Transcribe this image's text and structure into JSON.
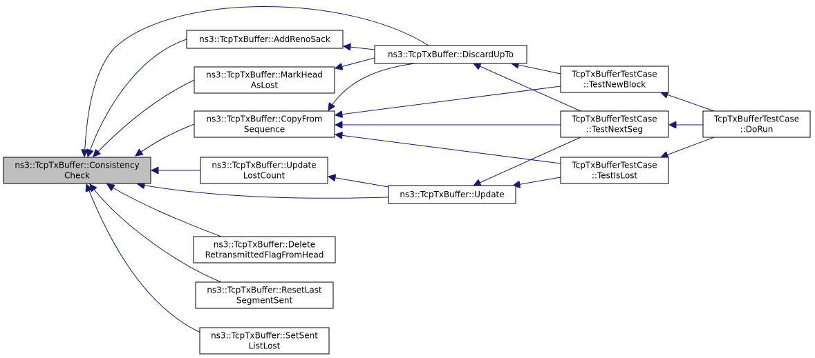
{
  "colors": {
    "node_fill": "#ffffff",
    "focus_fill": "#bfbfbf",
    "node_stroke": "#000000",
    "edge_color": "#191970",
    "text_color": "#000000"
  },
  "nodes": [
    {
      "id": "consistency-check",
      "lines": [
        "ns3::TcpTxBuffer::Consistency",
        "Check"
      ],
      "focus": true
    },
    {
      "id": "add-reno-sack",
      "lines": [
        "ns3::TcpTxBuffer::AddRenoSack"
      ]
    },
    {
      "id": "mark-head-as-lost",
      "lines": [
        "ns3::TcpTxBuffer::MarkHead",
        "AsLost"
      ]
    },
    {
      "id": "copy-from-sequence",
      "lines": [
        "ns3::TcpTxBuffer::CopyFrom",
        "Sequence"
      ]
    },
    {
      "id": "update-lost-count",
      "lines": [
        "ns3::TcpTxBuffer::Update",
        "LostCount"
      ]
    },
    {
      "id": "delete-retransmitted-flag",
      "lines": [
        "ns3::TcpTxBuffer::Delete",
        "RetransmittedFlagFromHead"
      ]
    },
    {
      "id": "reset-last-segment-sent",
      "lines": [
        "ns3::TcpTxBuffer::ResetLast",
        "SegmentSent"
      ]
    },
    {
      "id": "set-sent-list-lost",
      "lines": [
        "ns3::TcpTxBuffer::SetSent",
        "ListLost"
      ]
    },
    {
      "id": "discard-up-to",
      "lines": [
        "ns3::TcpTxBuffer::DiscardUpTo"
      ]
    },
    {
      "id": "update",
      "lines": [
        "ns3::TcpTxBuffer::Update"
      ]
    },
    {
      "id": "test-new-block",
      "lines": [
        "TcpTxBufferTestCase",
        "::TestNewBlock"
      ]
    },
    {
      "id": "test-next-seg",
      "lines": [
        "TcpTxBufferTestCase",
        "::TestNextSeg"
      ]
    },
    {
      "id": "test-is-lost",
      "lines": [
        "TcpTxBufferTestCase",
        "::TestIsLost"
      ]
    },
    {
      "id": "do-run",
      "lines": [
        "TcpTxBufferTestCase",
        "::DoRun"
      ]
    }
  ],
  "edges": [
    {
      "from": "add-reno-sack",
      "to": "consistency-check"
    },
    {
      "from": "mark-head-as-lost",
      "to": "consistency-check"
    },
    {
      "from": "copy-from-sequence",
      "to": "consistency-check"
    },
    {
      "from": "update-lost-count",
      "to": "consistency-check"
    },
    {
      "from": "delete-retransmitted-flag",
      "to": "consistency-check"
    },
    {
      "from": "reset-last-segment-sent",
      "to": "consistency-check"
    },
    {
      "from": "set-sent-list-lost",
      "to": "consistency-check"
    },
    {
      "from": "discard-up-to",
      "to": "consistency-check"
    },
    {
      "from": "update",
      "to": "consistency-check"
    },
    {
      "from": "discard-up-to",
      "to": "add-reno-sack"
    },
    {
      "from": "discard-up-to",
      "to": "mark-head-as-lost"
    },
    {
      "from": "discard-up-to",
      "to": "copy-from-sequence"
    },
    {
      "from": "test-new-block",
      "to": "copy-from-sequence"
    },
    {
      "from": "test-next-seg",
      "to": "copy-from-sequence"
    },
    {
      "from": "test-is-lost",
      "to": "copy-from-sequence"
    },
    {
      "from": "update",
      "to": "update-lost-count"
    },
    {
      "from": "test-new-block",
      "to": "discard-up-to"
    },
    {
      "from": "test-next-seg",
      "to": "discard-up-to"
    },
    {
      "from": "test-next-seg",
      "to": "update"
    },
    {
      "from": "test-is-lost",
      "to": "update"
    },
    {
      "from": "do-run",
      "to": "test-new-block"
    },
    {
      "from": "do-run",
      "to": "test-next-seg"
    },
    {
      "from": "do-run",
      "to": "test-is-lost"
    }
  ]
}
